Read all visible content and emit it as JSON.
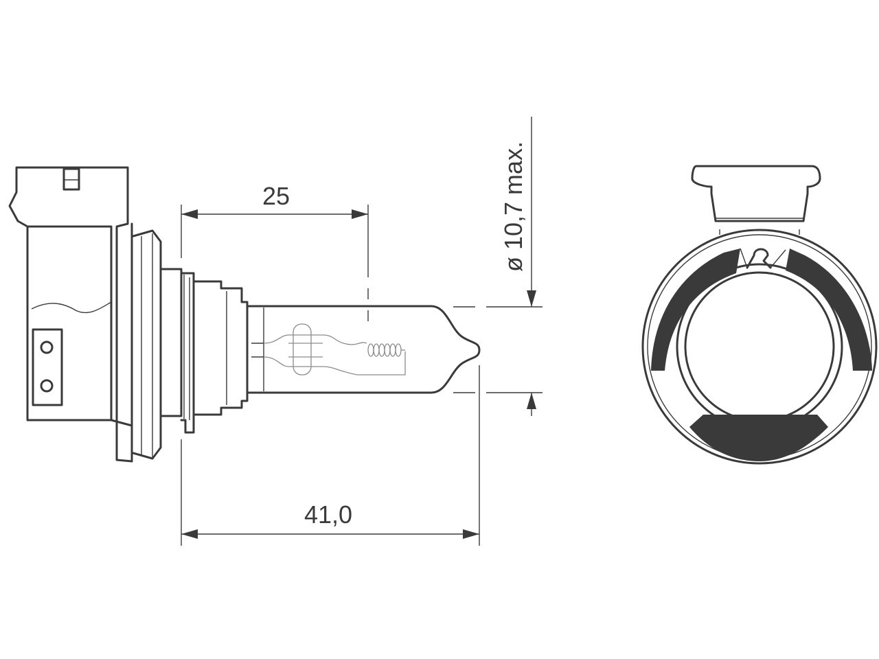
{
  "diagram": {
    "dimensions": {
      "filament_length": "25",
      "overall_length": "41,0",
      "bulb_diameter": "ø 10,7 max."
    },
    "colors": {
      "line": "#3a3a3a",
      "ghost": "#8a8a8a",
      "background": "#ffffff"
    }
  }
}
